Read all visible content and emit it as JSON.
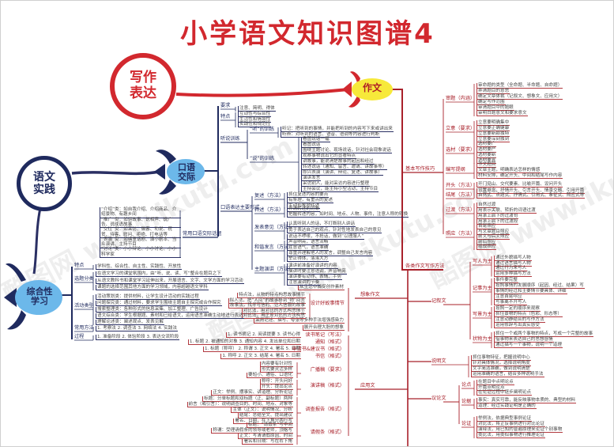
{
  "title": "小学语文知识图谱4",
  "watermark": "酷图网 www.ikutu.com",
  "colors": {
    "red": "#d2282e",
    "navy": "#1f2a5e",
    "fish_yellow": "#f7e93a",
    "fish_blue": "#6cb8ea"
  },
  "nodes": {
    "writing_expression": "写作\n表达",
    "language_practice": "语文\n实践",
    "composition": "作文",
    "oral_communication": "口语\n交际",
    "comprehensive_learning": "综合性\n学习"
  },
  "writing": {
    "techniques": {
      "label": "基本写作技巧",
      "branches": [
        {
          "label": "审题（内涵）",
          "items": [
            "审命题的类型（全命题、半命题、自命题）",
            "弄清题目的意思",
            "确定文章体裁（记叙文、想象文、应用文）",
            "确定写作范围",
            "审清题目中的题眼",
            "审明白题意文和要求意文"
          ]
        },
        {
          "label": "立意（要求）",
          "items": [
            "立意要明确集中",
            "立意要正确健康",
            "立意要新颖独特",
            "立意要深刻独到"
          ]
        },
        {
          "label": "选材（要求）",
          "items": [
            "选材要广",
            "选材要严",
            "选材要新",
            "选材要真"
          ]
        },
        {
          "label": "编写提纲",
          "items": [
            "作文题目",
            "文章主题，明确表达怎样的情感",
            "材料安排，确定开头、中间和结尾写作内容"
          ]
        },
        {
          "label": "开头（方法）",
          "items": [
            "开门见山、交代要素、比喻开篇、设问开头",
            "设置悬念、抒情开头、引言开头、情景交融、引用开篇"
          ]
        },
        {
          "label": "结尾（方法）",
          "items": [
            "自然式、点题式、抒情式、引用式、象征式、照应式等"
          ]
        },
        {
          "label": "过渡（方法）",
          "items": [
            "自然过渡",
            "用表示关联、转折的词语过渡",
            "用承上启下的过渡句",
            "用承上启下的过渡段"
          ]
        },
        {
          "label": "照应（方法）",
          "items": [
            "首尾照应",
            "与文章题目照应",
            "前文与后文照应",
            "前后照应",
            "插叙照应"
          ]
        }
      ]
    },
    "genres": {
      "label": "各类作文写作方法",
      "narrative": {
        "label": "记叙文",
        "branches": [
          {
            "label": "写人为主",
            "items": [
              "通过外貌描写人物",
              "通过语言描写人物",
              "通过行为来写人",
              "运用多种描写方法"
            ]
          },
          {
            "label": "记事为主",
            "items": [
              "事件要完整",
              "按照事情的发展顺序（起因、经过、结果）写",
              "事情的经过和主要情节要具体、详细",
              "注意首尾呼应",
              "写事离不开写人"
            ]
          },
          {
            "label": "写景为主",
            "items": [
              "按照一定的顺序来观察",
              "抓住景物的特点（色彩、形态等）",
              "注意动静结合的写作方法",
              "运用修辞写出真实感受"
            ]
          },
          {
            "label": "状物为主",
            "items": [
              "抓住一个或两个事物的特点，写成一个完整的故事",
              "借事物来表达自己的思想感情",
              "通过描写一个事物，说明一个道理"
            ]
          }
        ]
      },
      "expository": {
        "label": "说明文",
        "items": [
          "抓住事物特征，把握说明中心",
          "针对具体情况，选择说明角度",
          "文字简洁准确，做到说明清楚",
          "运用准确的语言，结合多种说明手法"
        ]
      },
      "argumentative": {
        "label": "议论文",
        "branches": [
          {
            "label": "论点",
            "items": [
              "在题目中点明论点",
              "开篇点明论点",
              "在论证过程中逐步阐明论点"
            ]
          },
          {
            "label": "论据",
            "items": [
              "事实：真实可靠，能反映事物本质的、典型的材料",
              "道理：经过实践证明是正确的"
            ]
          },
          {
            "label": "论证",
            "items": [
              "举例法，依据典型事例论证",
              "对比法，将正反事例进行对比论证",
              "演绎法，用已知的普遍原理来论证个别事物",
              "类比法，用类似事物进行推理论证"
            ]
          }
        ]
      },
      "imaginative": {
        "label": "想象作文",
        "items": [
          "从生活中捕捉创作素材",
          "采用记述、描写、夸张等多种手法增强感染力",
          "展开合理大胆的想象"
        ],
        "plot": {
          "label": "设计好故事情节",
          "items": [
            "特点法，从物的特点构思故事情节",
            "拟人法，把“人间”的故事移到“物”间去",
            "故事法，找寻可信的、让人信服的故事",
            "对比法，用对比的方式构思情节",
            "对比法，用正反对比的方法构思"
          ]
        }
      },
      "practical": {
        "label": "应用文",
        "branches": [
          {
            "label": "读书笔记（写法）",
            "items": [
              "1. 读书摘记  2. 阅读提要  3. 读书心得"
            ]
          },
          {
            "label": "通知（格式）",
            "items": [
              "1. 标题  2. 被通知的对象  3. 通知内容  4. 发出单位和日期"
            ]
          },
          {
            "label": "申请书&建议书（格式）",
            "items": [
              "1. 标题（称呼）  2. 称谓  3. 正文  4. 署名  5. 日期"
            ]
          },
          {
            "label": "书信（格式）",
            "items": [
              "1. 称呼  2. 正文  3. 结尾  4. 署名  5. 日期"
            ]
          },
          {
            "label": "广播稿（要求）",
            "items": [
              "内容要有针对性",
              "形式要灵活多样",
              "要短小、通俗、口语化"
            ]
          },
          {
            "label": "演讲稿（格式）",
            "items": [
              "称呼：开头问好",
              "开头：提出论点",
              "正文：举例、摆事实、讲道理、分析论证"
            ]
          },
          {
            "label": "调查报告（格式）",
            "items": [
              "标题：分单标题和双标题（正、副标题）两种",
              "前言（或引言）：说明调查目的、时间、地点、对象等",
              "主体（正文）：说明情况、分析",
              "结尾：总结全文、提出建议",
              "署名、日期，在下角分两行写"
            ]
          },
          {
            "label": "请假条（格式）",
            "items": [
              "标题：“请假条”写中间",
              "称谓：受理请假条的领导或老师，顶格写",
              "正文：写清请假原因、时间",
              "署名和日期：写在右下角"
            ]
          }
        ]
      }
    }
  },
  "oral": {
    "branches": [
      {
        "label": "要求",
        "items": [
          "注意、简明、得体"
        ]
      },
      {
        "label": "特点",
        "items": [
          "互动性与综合性",
          "生活性和情境性",
          "实践性和规范性"
        ]
      }
    ],
    "listening_speaking": {
      "label": "听说训练",
      "branches": [
        {
          "label": "“听”的训练",
          "items": [
            "听记：把听到的事情，并能把听到的内容写下来或讲出来",
            "听辨：对听到的语言、语音、语调等内容进行判断"
          ]
        },
        {
          "label": "“说”的训练",
          "items": [
            "看图说话一幅",
            "看图说话",
            "围绕主题讨论、现场说话，针对社会现象说话",
            "观察事物说出它的显著特点",
            "讲故事，能说清楚故事的起因和经过",
            "转述说话（通知、留言、邀请、讲故事等）",
            "即兴表演（演讲、辩论、复述、讲故事）",
            "演讲发言",
            "采访别人，能对采访内容进行整理",
            "主持会议，能主持小型活动，主持节目"
          ]
        }
      ]
    },
    "forms": {
      "label": "口语表达主要形式",
      "branches": [
        {
          "label": "复述（方法）",
          "items": [
            "抓住复述内容的要点",
            "有条理，有重点的复述",
            "生动形象地转述"
          ]
        },
        {
          "label": "转述（方法）",
          "items": [
            "弄清转述的对象",
            "把握转述内容，如时间、地点、人物、事件，注意人称的转换"
          ]
        },
        {
          "label": "发表意见（方法）",
          "items": [
            "认真听别人的话，不打断别人讲话",
            "勇于表达自己的观点，针对性地发表自己的意见",
            "说话不啰嗦，不抢话，做到“以理服人”"
          ]
        },
        {
          "label": "和谐发言（方法）",
          "items": [
            "声音响亮，语言流畅",
            "注意语气，语言准确",
            "尊重并理解他人的发言，调整自己发言内容",
            "举止得体，落落大方"
          ]
        },
        {
          "label": "主题演讲（方法）",
          "items": [
            "演讲前准备好演讲的内容",
            "演讲时要注意语调，声音响亮",
            "演讲要有动作、表情、手势",
            "注意演讲的节奏"
          ]
        }
      ]
    },
    "topics": {
      "label": "常用口语交际话题",
      "items": [
        "“介绍”类：如自我介绍、介绍商品、介绍景物、有趣乡间",
        "“推广”类：如讲故事、说相声、说广告、说成语故事",
        "“交往”类：如采访、做客、劝说、祝贺、待客、慰问、拒绝、打电话等",
        "“表演”类：如编童话剧、演小剧本、当众演讲、主持节目",
        "“讨论”类：小小辩论、小小讨论、小小科学家"
      ]
    }
  },
  "comprehensive": {
    "branches": [
      {
        "label": "特点",
        "items": [
          "学科性、综合性、自主性、实践性、开放性"
        ]
      },
      {
        "label": "选题分类",
        "items": [
          "在语文学习的课堂氛围内，由“听、说、读、写”整合在题目之下",
          "从语文教科书和课堂学习延伸出来，开展语言、文字、文学方面的学习活动",
          "课题的选择范围其他方面的学习领域，内容超越语文学科"
        ]
      },
      {
        "label": "活动类型",
        "items": [
          "活动策划类：提供材料，让学生设计活动的实践过程",
          "问题探究类：通过材料，要求学生围绕主题自主探究或合作探究",
          "搜索整理类：各种形式的信息采集、加工整理、广告设计",
          "语文综合类：学生根据题、素材和已给语文，运用语言准确生动地进行表达",
          "理解论述类：阐述观点、发表见解"
        ]
      },
      {
        "label": "常用方法",
        "items": [
          "1. 考察法  2. 调查法  3. 网络法  4. 实践法"
        ]
      },
      {
        "label": "过程",
        "items": [
          "1. 准备阶段  2. 体验阶段  3. 表达交流阶段"
        ]
      }
    ]
  }
}
